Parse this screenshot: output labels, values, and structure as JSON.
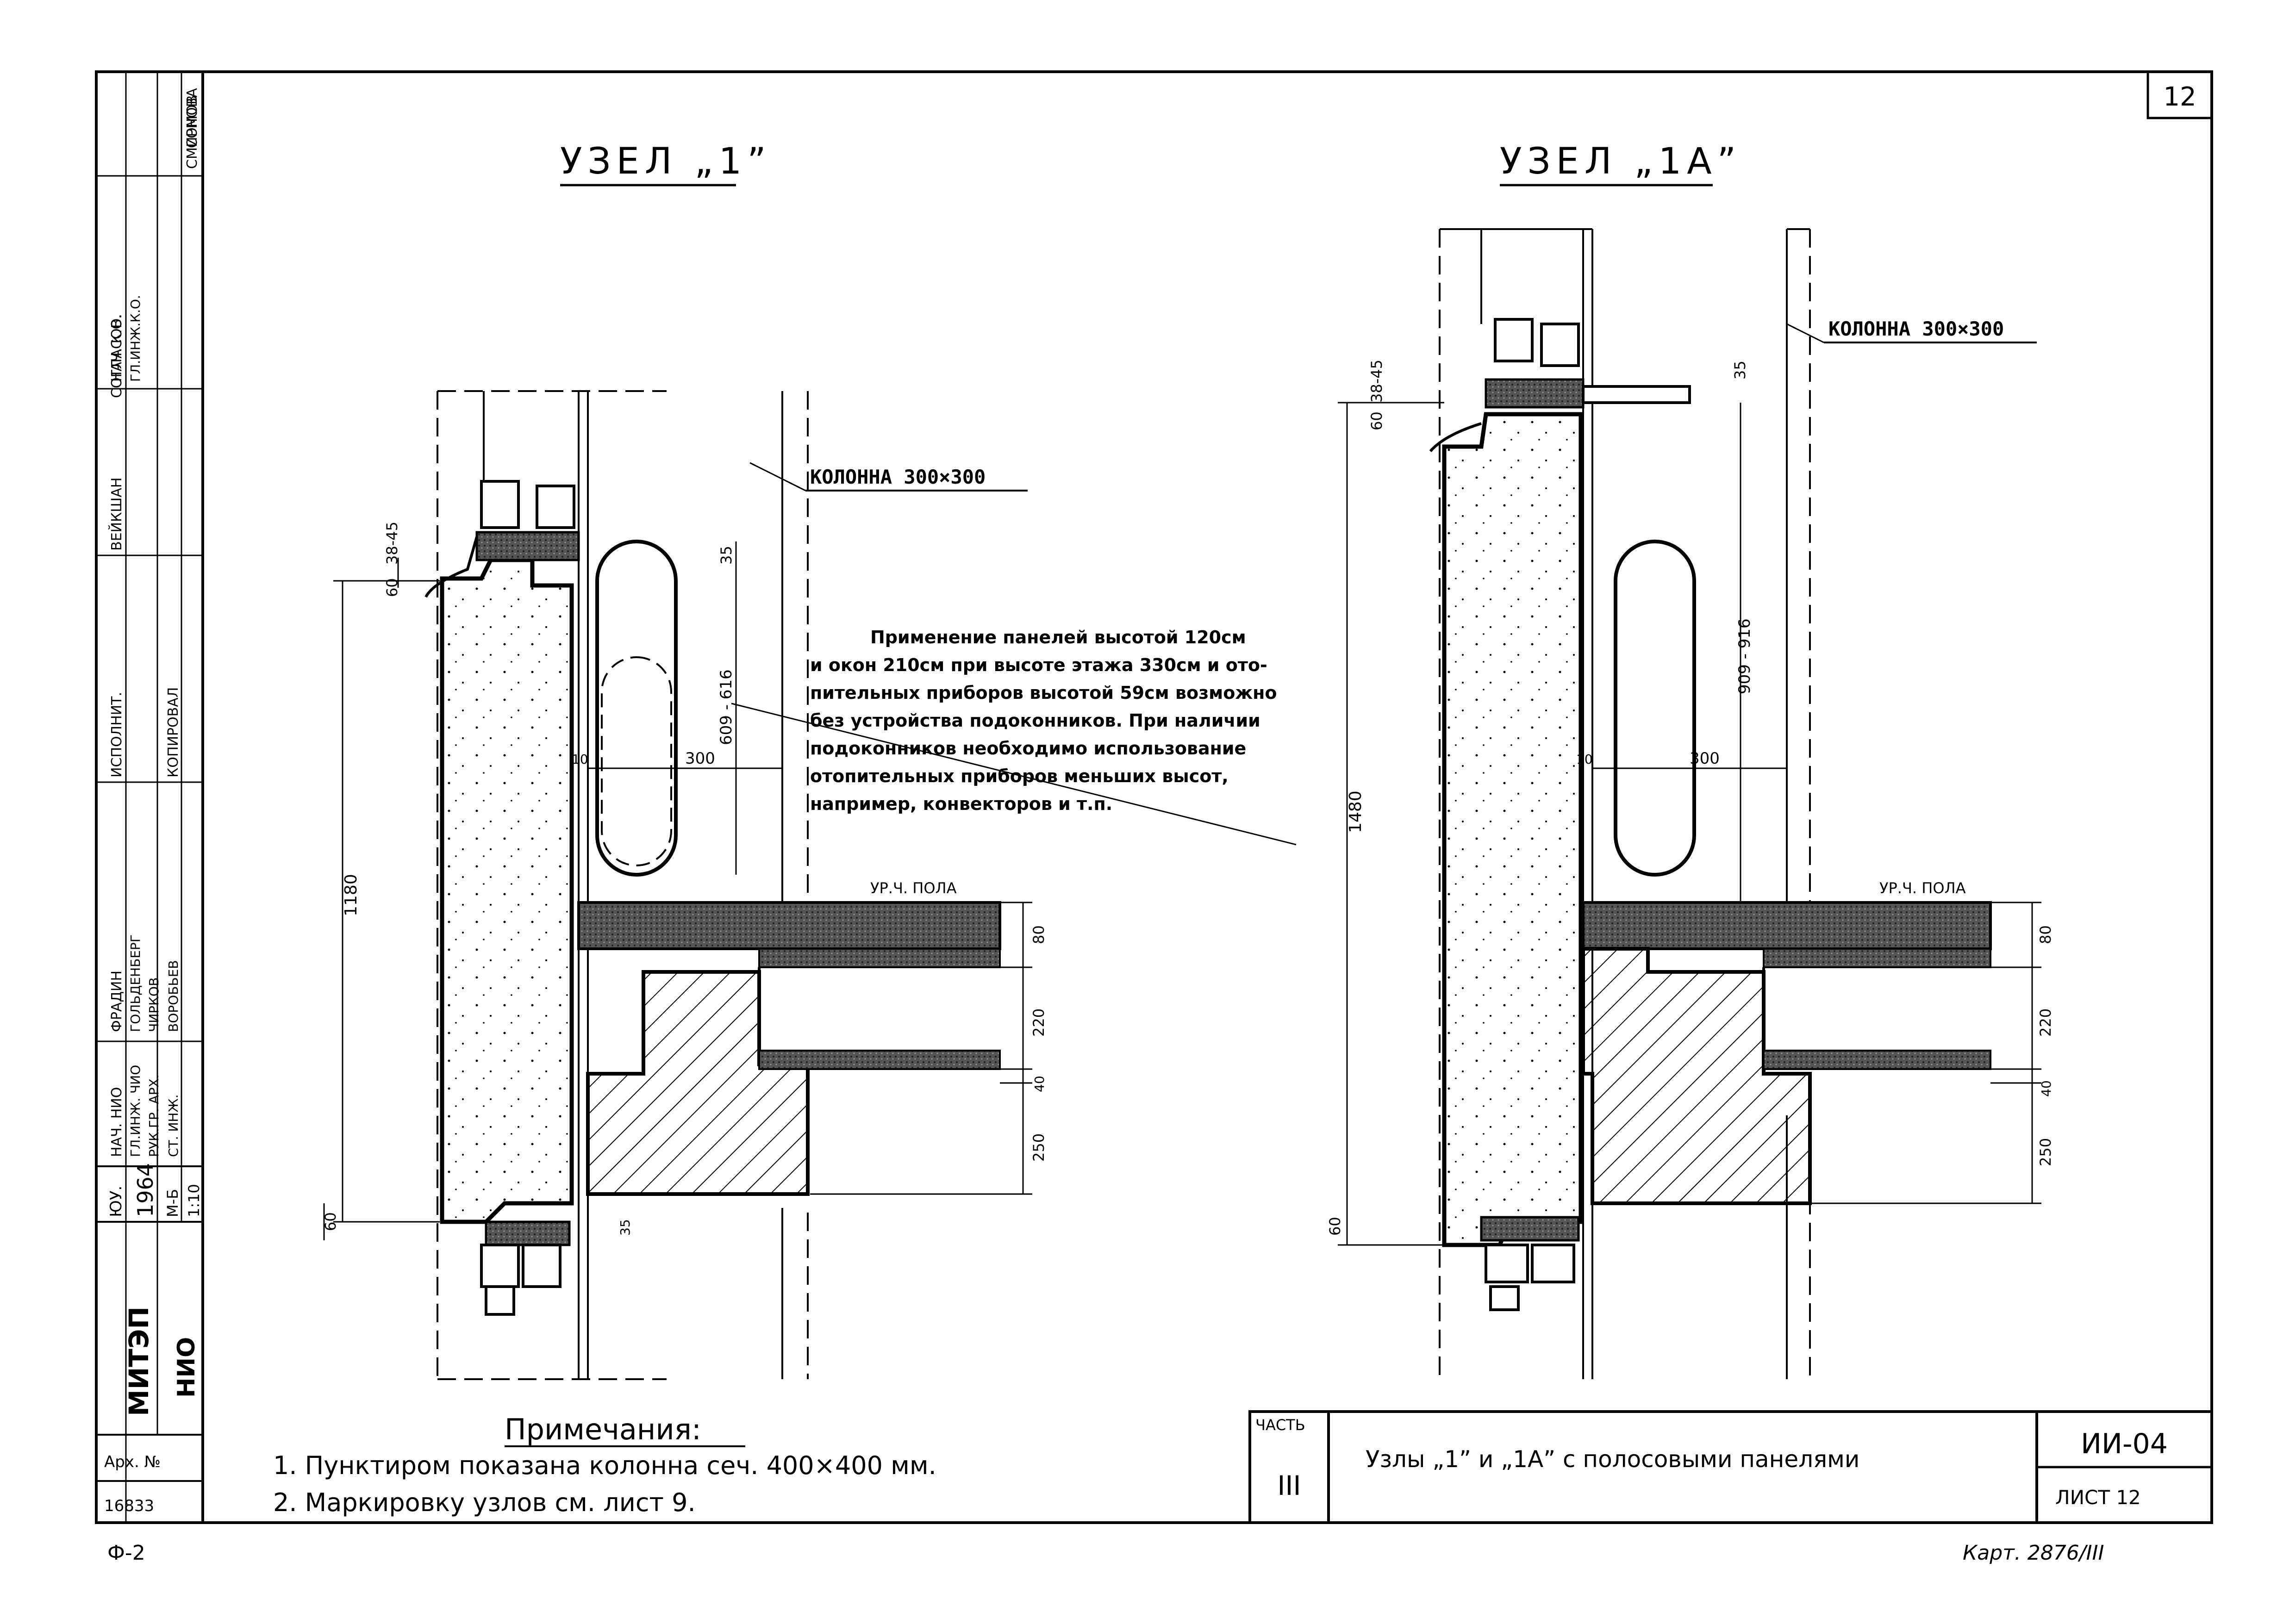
{
  "sheet_number": "12",
  "nodes": {
    "left": {
      "title": "УЗЕЛ „1”",
      "column_label": "КОЛОННА 300×300",
      "floor_label": "УР.Ч. ПОЛА"
    },
    "right": {
      "title": "УЗЕЛ „1А”",
      "column_label": "КОЛОННА 300×300",
      "floor_label": "УР.Ч. ПОЛА"
    }
  },
  "dimensions_left": {
    "d_38_45": "38-45",
    "d_60_top": "60",
    "d_35_top": "35",
    "d_609_616": "609 - 616",
    "d_300": "300",
    "d_10": "10",
    "d_1180": "1180",
    "d_60_bottom": "60",
    "d_35_bottom": "35",
    "d_80": "80",
    "d_220": "220",
    "d_40": "40",
    "d_250": "250"
  },
  "dimensions_right": {
    "d_38_45": "38-45",
    "d_60_top": "60",
    "d_35_top": "35",
    "d_909_916": "909 - 916",
    "d_300": "300",
    "d_10": "10",
    "d_1480": "1480",
    "d_60_bottom": "60",
    "d_80": "80",
    "d_220": "220",
    "d_40": "40",
    "d_250": "250"
  },
  "note_text": [
    "Применение панелей высотой 120см",
    "и окон 210см при высоте этажа 330см и ото-",
    "пительных приборов высотой 59см возможно",
    "без устройства подоконников. При наличии",
    "подоконников необходимо использование",
    "отопительных приборов меньших высот,",
    "например, конвекторов и т.п."
  ],
  "notes": {
    "heading": "Примечания:",
    "items": [
      "1. Пунктиром показана колонна сеч. 400×400 мм.",
      "2. Маркировку узлов см. лист 9."
    ]
  },
  "side_stamp": {
    "org": "МИТЭП",
    "dept": "НИО",
    "year_label": "ЮУ.",
    "year": "1964",
    "scale_label": "М-Б",
    "scale": "1:10",
    "arch_label": "Арх. №",
    "arch_no": "16833",
    "roles": [
      {
        "role": "НАЧ. НИО",
        "name": "ФРАДИН"
      },
      {
        "role": "ГЛ.ИНЖ. ЧИО",
        "name": "ГОЛЬДЕНБЕРГ"
      },
      {
        "role": "РУК.ГР. АРХ.",
        "name": "ЧИРКОВ"
      },
      {
        "role": "СТ. ИНЖ.",
        "name": "ВОРОБЬЕВ"
      },
      {
        "role": "ИСПОЛНИТ.",
        "name": ""
      },
      {
        "role": "КОПИРОВАЛ",
        "name": ""
      },
      {
        "role": "СОГЛАСОВ.",
        "name": "ВЕЙКШАН"
      },
      {
        "role": "НАЧ. К.О.",
        "name": "СМИРНОВА"
      },
      {
        "role": "ГЛ.ИНЖ.К.О.",
        "name": "СОМОВ"
      }
    ]
  },
  "title_block": {
    "part_label": "ЧАСТЬ",
    "part": "III",
    "title": "Узлы „1” и „1А” с полосовыми панелями",
    "code": "ИИ-04",
    "sheet": "ЛИСТ 12"
  },
  "footer": {
    "left_mark": "Ф-2",
    "right_mark": "Карт. 2876/III"
  }
}
